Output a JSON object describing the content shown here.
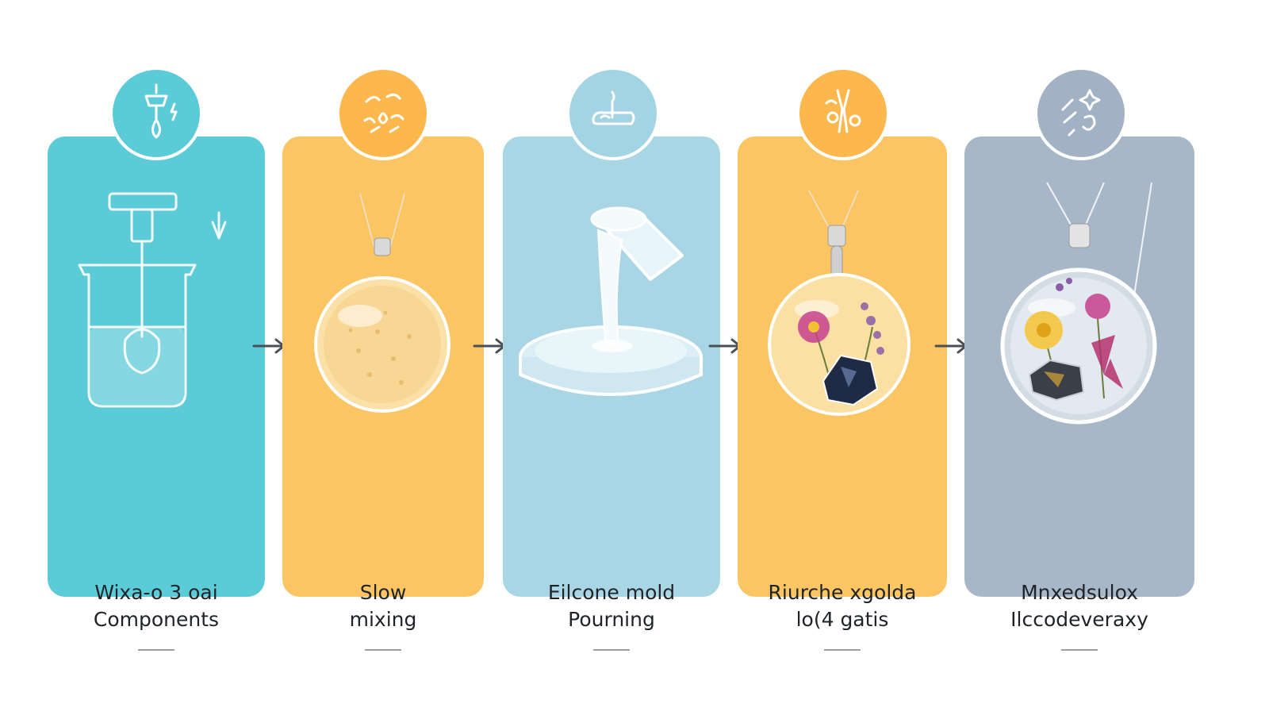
{
  "steps": [
    {
      "title_line1": "Wixa-o 3 oai",
      "title_line2": "Components",
      "color": "#5ccbd8",
      "badge_color": "#5ccbd8",
      "icon": "dropper-icon",
      "illustration": "beaker-stirrer-illustration",
      "bottom_icon": "bottle-icon"
    },
    {
      "title_line1": "Slow",
      "title_line2": "mixing",
      "color": "#fcc563",
      "badge_color": "#fcb84c",
      "icon": "leaves-icon",
      "illustration": "clear-resin-pendant-illustration",
      "bottom_icon": "smile-circle-icon"
    },
    {
      "title_line1": "Eilcone mold",
      "title_line2": "Pourning",
      "color": "#a9d6e4",
      "badge_color": "#a3d4e3",
      "icon": "mold-icon",
      "illustration": "pouring-cup-mold-illustration",
      "bottom_icon": "container-icon"
    },
    {
      "title_line1": "Riurche xgolda",
      "title_line2": "lo(4 gatis",
      "color": "#fcc563",
      "badge_color": "#fcb84c",
      "icon": "tweezers-icon",
      "illustration": "flower-stone-pendant-illustration",
      "bottom_icon": "frame-icon"
    },
    {
      "title_line1": "Mnxedsulox",
      "title_line2": "Ilccodeveraxy",
      "color": "#a8b7c8",
      "badge_color": "#a2b1c3",
      "icon": "sparkle-icon",
      "illustration": "finished-pendant-illustration",
      "bottom_icon": "envelope-icon"
    }
  ]
}
